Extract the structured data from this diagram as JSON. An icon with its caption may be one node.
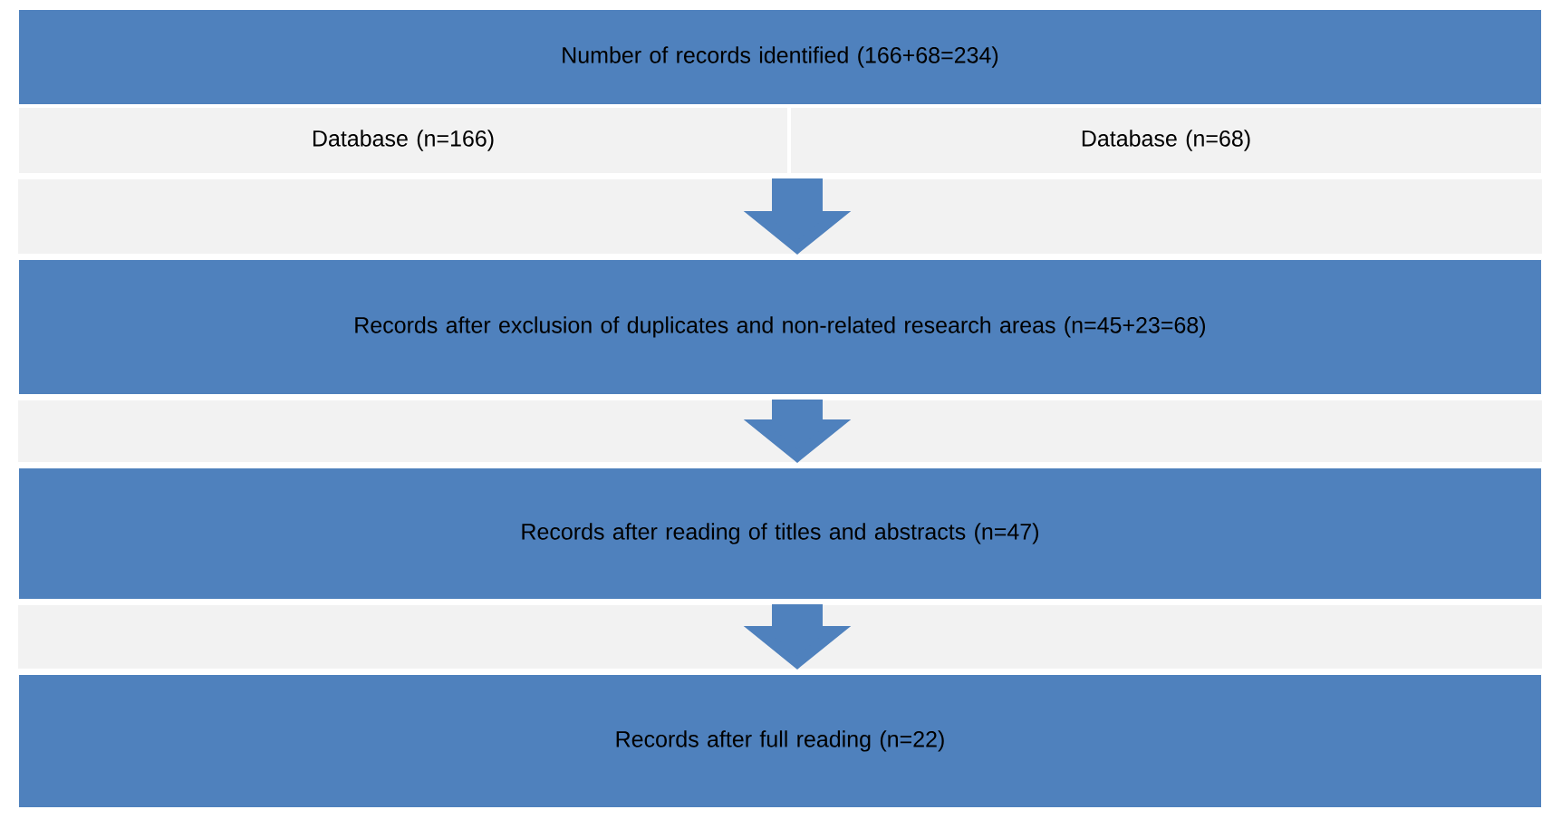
{
  "diagram": {
    "nodes": [
      {
        "text": [
          "Number of records identified (166+68=234)"
        ]
      },
      {
        "text": [
          "Database (n=166)"
        ]
      },
      {
        "text": [
          "Database (n=68)"
        ]
      },
      {
        "text": [
          "Records after exclusion of duplicates and non-related research areas (n=45+23=68)"
        ]
      },
      {
        "text": [
          "Records after reading of titles and abstracts (n=47)"
        ]
      },
      {
        "text": [
          "Records  after full reading (n=22)"
        ]
      }
    ],
    "edges": [
      {
        "from": 1,
        "to": 3,
        "arrow": "to"
      },
      {
        "from": 2,
        "to": 3,
        "arrow": "to"
      },
      {
        "from": 3,
        "to": 4,
        "arrow": "to"
      },
      {
        "from": 4,
        "to": 5,
        "arrow": "to"
      }
    ]
  }
}
